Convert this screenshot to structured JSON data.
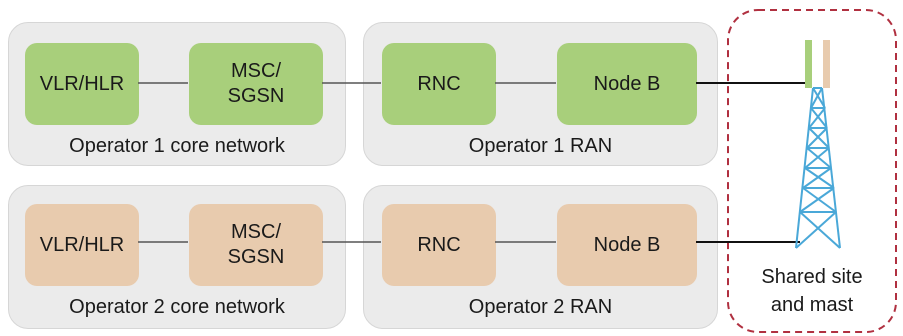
{
  "colors": {
    "operator1_node": "#a8cf7b",
    "operator2_node": "#e8cbae",
    "panel_fill": "#ebebeb",
    "shared_border": "#b03040",
    "mast": "#4aa8d8",
    "connector": "#555555"
  },
  "operator1": {
    "core": {
      "label": "Operator 1 core network",
      "vlr": "VLR/HLR",
      "msc": "MSC/\nSGSN"
    },
    "ran": {
      "label": "Operator 1 RAN",
      "rnc": "RNC",
      "nodeb": "Node B"
    }
  },
  "operator2": {
    "core": {
      "label": "Operator 2 core network",
      "vlr": "VLR/HLR",
      "msc": "MSC/\nSGSN"
    },
    "ran": {
      "label": "Operator 2 RAN",
      "rnc": "RNC",
      "nodeb": "Node B"
    }
  },
  "shared": {
    "label": "Shared site\nand mast",
    "icon": "cell-tower-icon"
  }
}
